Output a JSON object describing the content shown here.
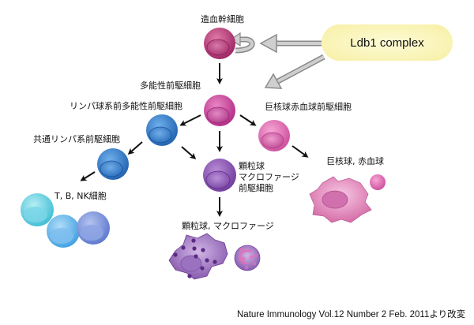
{
  "diagram": {
    "regulator": {
      "label": "Ldb1 complex",
      "color": "#f7efa8"
    },
    "nodes": [
      {
        "id": "hsc",
        "label": "造血幹細胞",
        "color": "#b8387a"
      },
      {
        "id": "mpp",
        "label": "多能性前駆細胞",
        "color": "#c23c93"
      },
      {
        "id": "lmpp",
        "label": "リンパ球系前多能性前駆細胞",
        "color": "#2f78c8"
      },
      {
        "id": "clp",
        "label": "共通リンパ系前駆細胞",
        "color": "#2f78c8"
      },
      {
        "id": "tbnk",
        "label": "T, B, NK細胞",
        "colors": [
          "#5fcfe0",
          "#56b8ea",
          "#6a8ad8"
        ]
      },
      {
        "id": "gmp",
        "label_lines": [
          "顆粒球",
          "マクロファージ",
          "前駆細胞"
        ],
        "color": "#8a4aaa"
      },
      {
        "id": "gran_mac",
        "label": "顆粒球, マクロファージ",
        "color": "#7a3a9a"
      },
      {
        "id": "mep",
        "label": "巨核球赤血球前駆細胞",
        "color": "#d05aa8"
      },
      {
        "id": "mk_ery",
        "label": "巨核球, 赤血球",
        "color": "#d45aa8"
      }
    ],
    "edges": [
      {
        "from": "hsc",
        "to": "hsc",
        "type": "self-renewal"
      },
      {
        "from": "hsc",
        "to": "mpp"
      },
      {
        "from": "mpp",
        "to": "lmpp"
      },
      {
        "from": "mpp",
        "to": "gmp"
      },
      {
        "from": "mpp",
        "to": "mep"
      },
      {
        "from": "lmpp",
        "to": "clp"
      },
      {
        "from": "lmpp",
        "to": "gmp"
      },
      {
        "from": "clp",
        "to": "tbnk"
      },
      {
        "from": "gmp",
        "to": "gran_mac"
      },
      {
        "from": "mep",
        "to": "mk_ery"
      },
      {
        "from": "regulator",
        "to": "hsc",
        "type": "regulation"
      },
      {
        "from": "regulator",
        "to": "mpp",
        "type": "regulation"
      }
    ]
  },
  "citation": "Nature Immunology Vol.12 Number 2 Feb. 2011より改変"
}
